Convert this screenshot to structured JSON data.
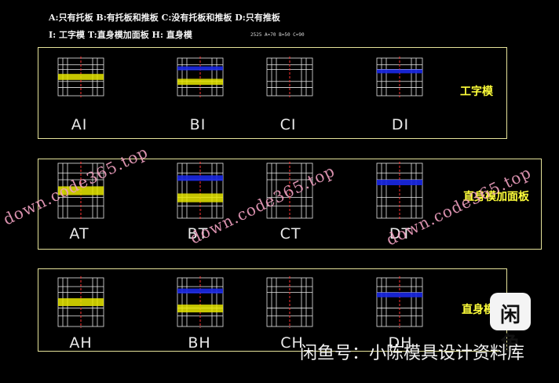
{
  "legend": {
    "line1": "A:只有托板 B:有托板和推板 C:没有托板和推板 D:只有推板",
    "line2": "I: 工字模  T:直身模加面板  H: 直身模",
    "code": "2525 A=70 B=50 C=90"
  },
  "rows": [
    {
      "label": "工字模",
      "molds": [
        {
          "code": "AI",
          "plate": "yellow"
        },
        {
          "code": "BI",
          "plate": "both"
        },
        {
          "code": "CI",
          "plate": "none"
        },
        {
          "code": "DI",
          "plate": "blue"
        }
      ]
    },
    {
      "label": "直身模加面板",
      "molds": [
        {
          "code": "AT",
          "plate": "yellow"
        },
        {
          "code": "BT",
          "plate": "both"
        },
        {
          "code": "CT",
          "plate": "none"
        },
        {
          "code": "DT",
          "plate": "blue"
        }
      ]
    },
    {
      "label": "直身模",
      "molds": [
        {
          "code": "AH",
          "plate": "yellow"
        },
        {
          "code": "BH",
          "plate": "both"
        },
        {
          "code": "CH",
          "plate": "none"
        },
        {
          "code": "DH",
          "plate": "blue"
        }
      ]
    }
  ],
  "watermarks": [
    "down.code365.top",
    "down.code365.top",
    "down.code365.top"
  ],
  "footer": {
    "text": "闲鱼号：小陈模具设计资料库",
    "logo": "闲鱼"
  },
  "colors": {
    "frame": "#e6e39a",
    "plate_yellow": "#e8e800",
    "plate_blue": "#1a28e6",
    "row_label": "#ffff3a",
    "watermark": "#f0a0c0"
  }
}
